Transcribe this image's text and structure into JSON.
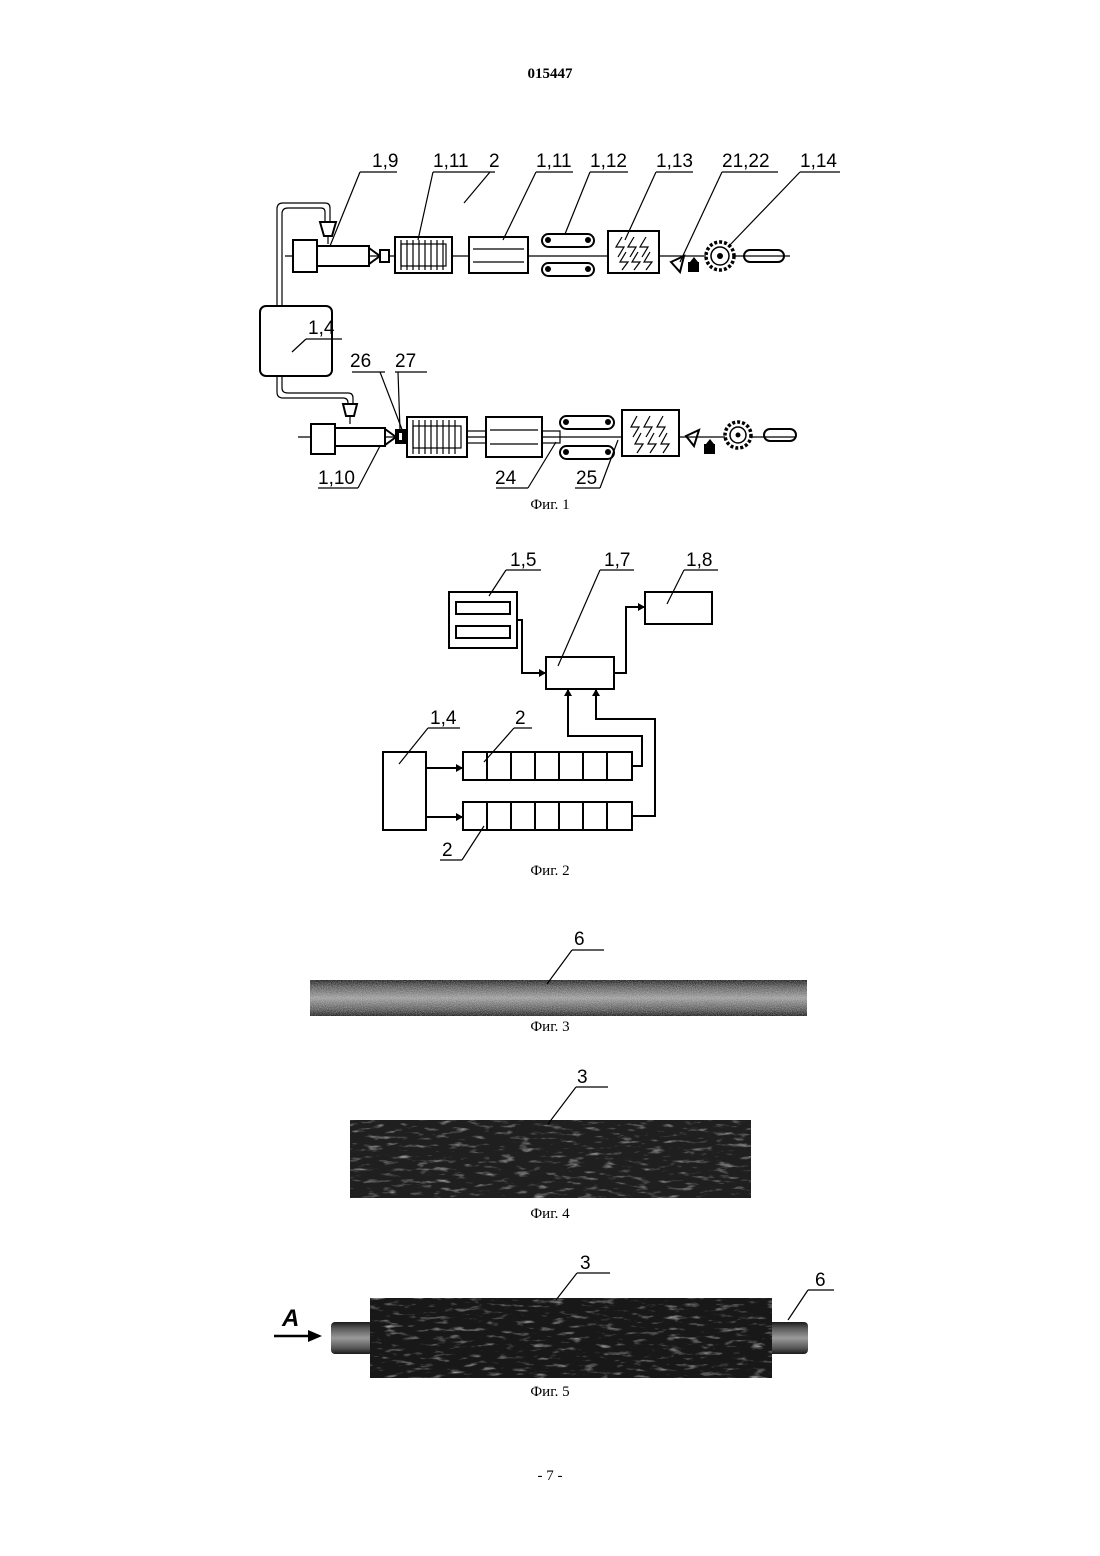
{
  "header": {
    "doc_number": "015447"
  },
  "figure1": {
    "caption": "Фиг. 1",
    "labels": {
      "l19": "1,9",
      "l111a": "1,11",
      "l2": "2",
      "l111b": "1,11",
      "l112": "1,12",
      "l113": "1,13",
      "l2122": "21,22",
      "l114": "1,14",
      "l14": "1,4",
      "l26": "26",
      "l27": "27",
      "l110": "1,10",
      "l24": "24",
      "l25": "25"
    }
  },
  "figure2": {
    "caption": "Фиг. 2",
    "labels": {
      "l15": "1,5",
      "l17": "1,7",
      "l18": "1,8",
      "l14": "1,4",
      "l2a": "2",
      "l2b": "2"
    }
  },
  "figure3": {
    "caption": "Фиг. 3",
    "labels": {
      "l6": "6"
    }
  },
  "figure4": {
    "caption": "Фиг. 4",
    "labels": {
      "l3": "3"
    }
  },
  "figure5": {
    "caption": "Фиг. 5",
    "labels": {
      "l3": "3",
      "l6": "6",
      "lA": "A"
    }
  },
  "footer": {
    "page_number": "- 7 -"
  }
}
